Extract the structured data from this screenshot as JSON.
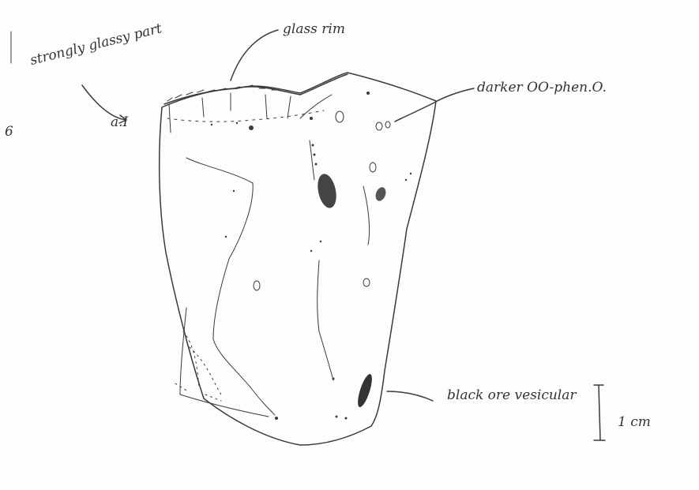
{
  "sketch": {
    "labels": {
      "strongly_glassy_part": "strongly glassy part",
      "zone_marker": "a.I",
      "glass_rim": "glass rim",
      "vesicles": "darker OO-phen.O.",
      "black_vesicular": "black ore vesicular",
      "scale": "1 cm"
    },
    "colors": {
      "paper": "#fdfdfb",
      "ink": "#3a3a3a"
    }
  }
}
